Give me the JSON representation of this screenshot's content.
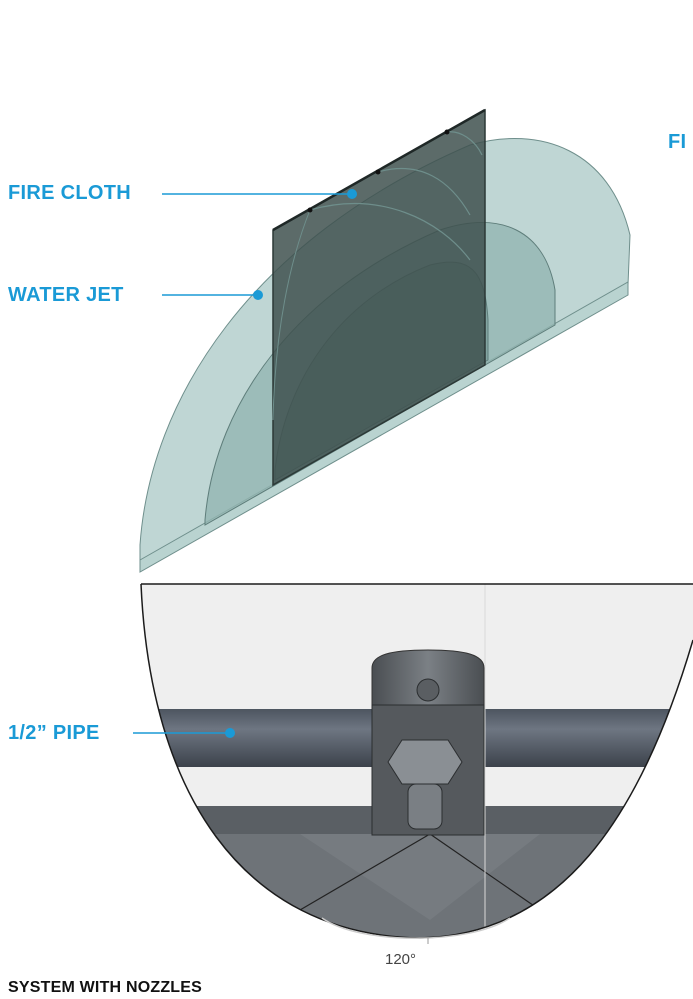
{
  "labels": {
    "fire_cloth": "FIRE CLOTH",
    "water_jet": "WATER JET",
    "pipe": "1/2” PIPE",
    "cut_off": "FI",
    "angle": "120°",
    "caption": "SYSTEM WITH NOZZLES"
  },
  "colors": {
    "accent": "#1a9ad6",
    "water": "#9fc0bd",
    "cloth": "#3f514f",
    "pipe": "#5c6370"
  }
}
